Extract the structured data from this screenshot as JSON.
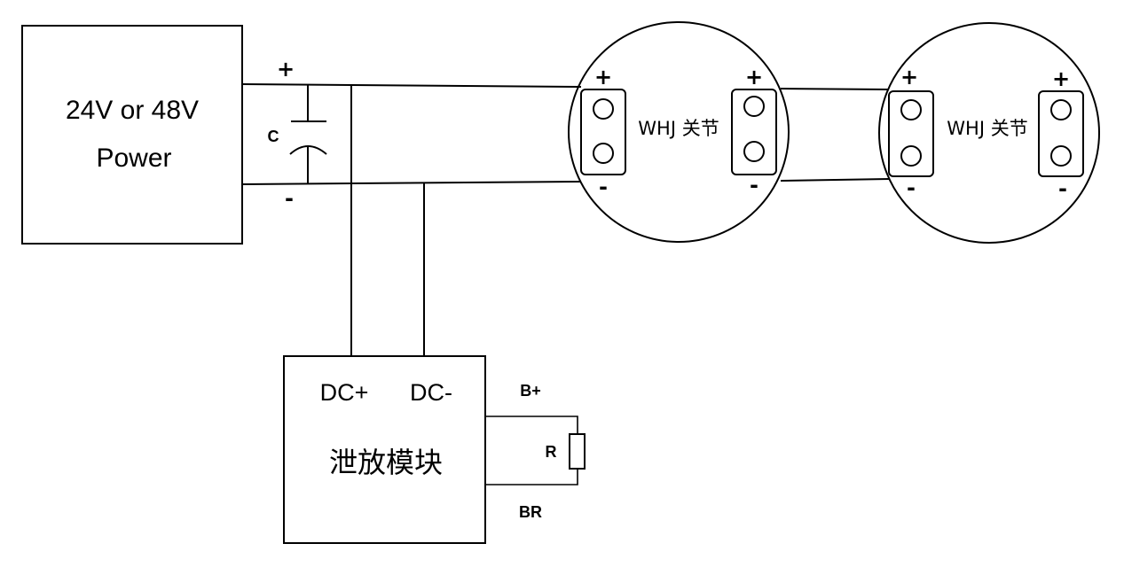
{
  "power": {
    "line1": "24V or 48V",
    "line2": "Power",
    "plus": "+",
    "minus": "-"
  },
  "capacitor": {
    "label": "C"
  },
  "module": {
    "dc_plus": "DC+",
    "dc_minus": "DC-",
    "name": "泄放模块",
    "b_plus": "B+",
    "br": "BR"
  },
  "resistor": {
    "label": "R"
  },
  "joints": [
    {
      "label": "WHJ 关节",
      "left_plus": "+",
      "left_minus": "-",
      "right_plus": "+",
      "right_minus": "-"
    },
    {
      "label": "WHJ 关节",
      "left_plus": "+",
      "left_minus": "-",
      "right_plus": "+",
      "right_minus": "-"
    }
  ]
}
